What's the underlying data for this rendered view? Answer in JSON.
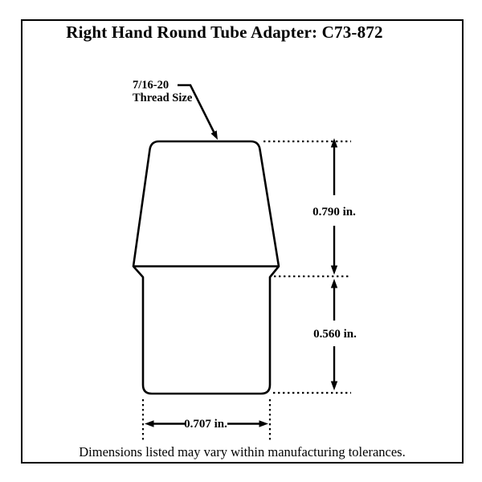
{
  "page": {
    "title": "Right Hand Round Tube Adapter: C73-872",
    "footer": "Dimensions listed may vary within manufacturing tolerances.",
    "colors": {
      "line": "#000000",
      "background": "#ffffff"
    }
  },
  "drawing": {
    "type": "technical-dimension-diagram",
    "part_number": "C73-872",
    "view": "side view of round tube adapter: tapered threaded cone on top of straight tube section",
    "thread_label": {
      "line1": "7/16-20",
      "line2": "Thread Size"
    },
    "dimensions": {
      "thread_height": "0.790 in.",
      "tube_height": "0.560 in.",
      "tube_width": "0.707 in."
    }
  }
}
